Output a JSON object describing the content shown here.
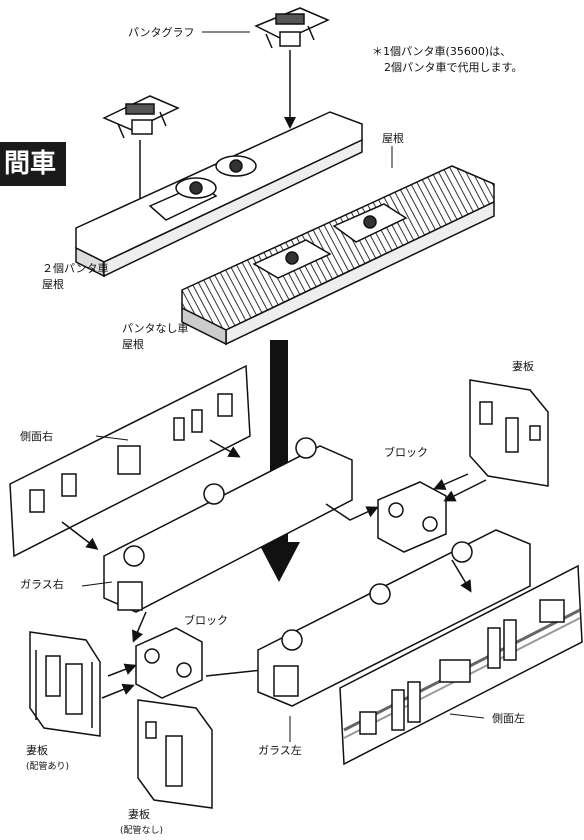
{
  "badge": "間車",
  "note": {
    "line1": "＊1個パンタ車(35600)は、",
    "line2": "2個パンタ車で代用します。"
  },
  "labels": {
    "pantograph": "パンタグラフ",
    "roof": "屋根",
    "roof_2panta_line1": "２個パンタ車",
    "roof_2panta_line2": "屋根",
    "roof_nopanta_line1": "パンタなし車",
    "roof_nopanta_line2": "屋根",
    "end_plate_top": "妻板",
    "side_right": "側面右",
    "block_upper": "ブロック",
    "glass_right": "ガラス右",
    "block_lower": "ブロック",
    "end_plate_piping_line1": "妻板",
    "end_plate_piping_line2": "(配管あり)",
    "end_plate_nopiping_line1": "妻板",
    "end_plate_nopiping_line2": "(配管なし)",
    "glass_left": "ガラス左",
    "side_left": "側面左"
  }
}
